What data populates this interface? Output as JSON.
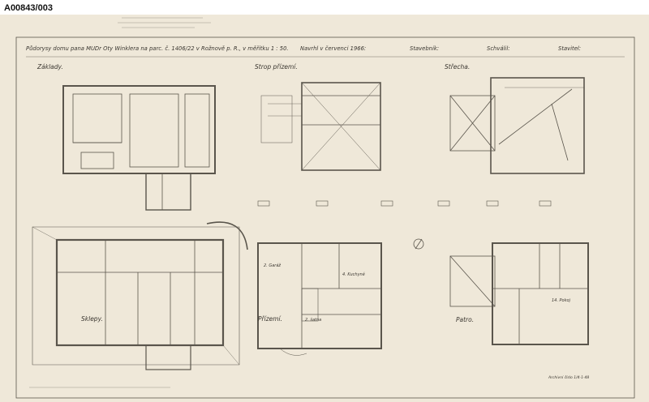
{
  "archive_id": "A00843/003",
  "sheet": {
    "title": "Půdorysy domu pana MUDr Oty Winklera na parc. č. 1406/22 v Rožnově p. R., v měřítku 1 : 50.",
    "designed": "Navrhl v červenci 1966:",
    "investor": "Stavebník:",
    "approved": "Schválil:",
    "builder": "Stavitel:",
    "plans": {
      "zaklady": "Základy.",
      "strop": "Strop přízemí.",
      "strecha": "Střecha.",
      "sklepy": "Sklepy.",
      "prizemi": "Přízemí.",
      "patro": "Patro."
    },
    "rooms": {
      "garaz": "2. Garáž",
      "satna": "2. šatna",
      "kuchyne": "4. Kuchyně",
      "pokoj": "14. Pokoj"
    },
    "signature_note": "Archivní číslo 1/4-1-48"
  },
  "colors": {
    "paper": "#efe8d9",
    "ink": "#3a3630",
    "border": "#5a554c"
  }
}
